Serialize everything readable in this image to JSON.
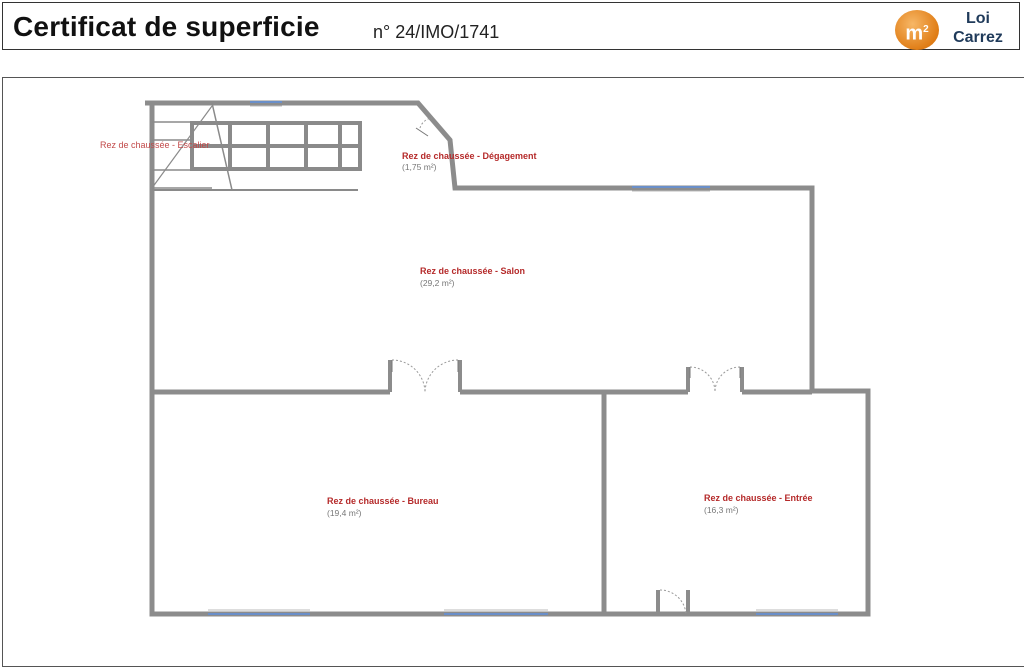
{
  "header": {
    "title": "Certificat de superficie",
    "cert_number": "n° 24/IMO/1741",
    "logo_symbol": "m",
    "logo_sup": "2",
    "logo_line1": "Loi",
    "logo_line2": "Carrez"
  },
  "rooms": [
    {
      "name": "Rez de chaussée - Escalier",
      "area": ""
    },
    {
      "name": "Rez de chaussée - Dégagement",
      "area": "(1,75 m²)"
    },
    {
      "name": "Rez de chaussée - Salon",
      "area": "(29,2 m²)"
    },
    {
      "name": "Rez de chaussée - Bureau",
      "area": "(19,4 m²)"
    },
    {
      "name": "Rez de chaussée - Entrée",
      "area": "(16,3 m²)"
    }
  ],
  "colors": {
    "wall": "#8c8c8c",
    "window": "#6a8fc9",
    "label": "#b52a2a",
    "logo": "#e07d16"
  }
}
